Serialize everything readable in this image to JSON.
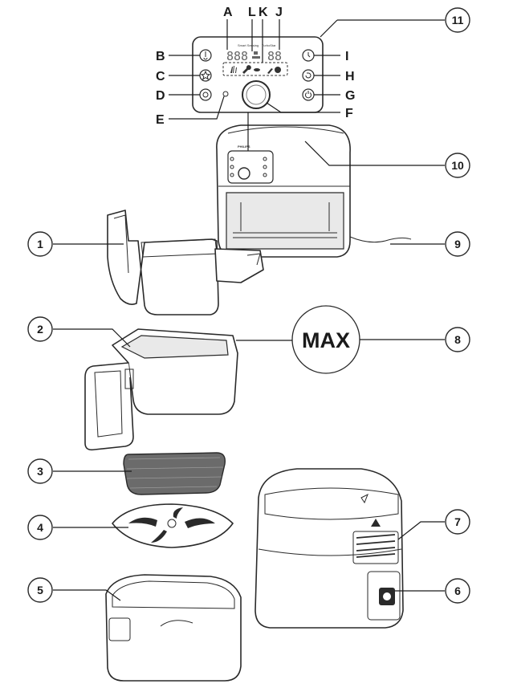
{
  "control_panel": {
    "brand_line": "Smart Sensing",
    "brand_line_extra": "TurboStar",
    "display_left": "888",
    "display_right": "88",
    "icons": [
      "fries-icon",
      "drumstick-icon",
      "fish-icon",
      "bottle-icon",
      "cake-icon"
    ]
  },
  "fryer_brand": "PHILIPS",
  "max_label": "MAX",
  "letter_labels": {
    "A": "A",
    "B": "B",
    "C": "C",
    "D": "D",
    "E": "E",
    "F": "F",
    "G": "G",
    "H": "H",
    "I": "I",
    "J": "J",
    "K": "K",
    "L": "L"
  },
  "number_labels": {
    "n1": "1",
    "n2": "2",
    "n3": "3",
    "n4": "4",
    "n5": "5",
    "n6": "6",
    "n7": "7",
    "n8": "8",
    "n9": "9",
    "n10": "10",
    "n11": "11"
  }
}
